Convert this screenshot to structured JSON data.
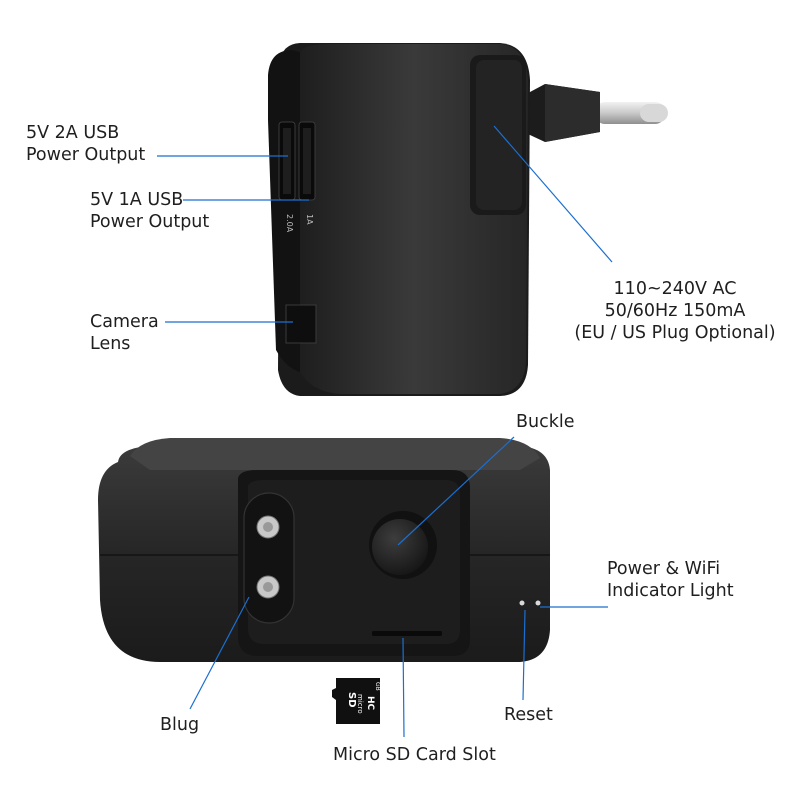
{
  "labels": {
    "usb_2a": [
      "5V 2A USB",
      "Power Output"
    ],
    "usb_1a": [
      "5V 1A USB",
      "Power Output"
    ],
    "camera_lens": [
      "Camera",
      "Lens"
    ],
    "power_input": [
      "110~240V AC",
      "50/60Hz 150mA",
      "(EU / US Plug Optional)"
    ],
    "buckle": "Buckle",
    "indicator": [
      "Power & WiFi",
      "Indicator Light"
    ],
    "blug": "Blug",
    "reset": "Reset",
    "sd_slot": "Micro SD Card Slot"
  },
  "port_marks": {
    "port_2a": "2.0A",
    "port_1a": "1A"
  },
  "sd_card": {
    "brand": "micro",
    "type": "SD",
    "class": "HC",
    "cap": "GB"
  },
  "colors": {
    "callout_line": "#1b6fd1",
    "device_body": "#2b2b2b"
  }
}
